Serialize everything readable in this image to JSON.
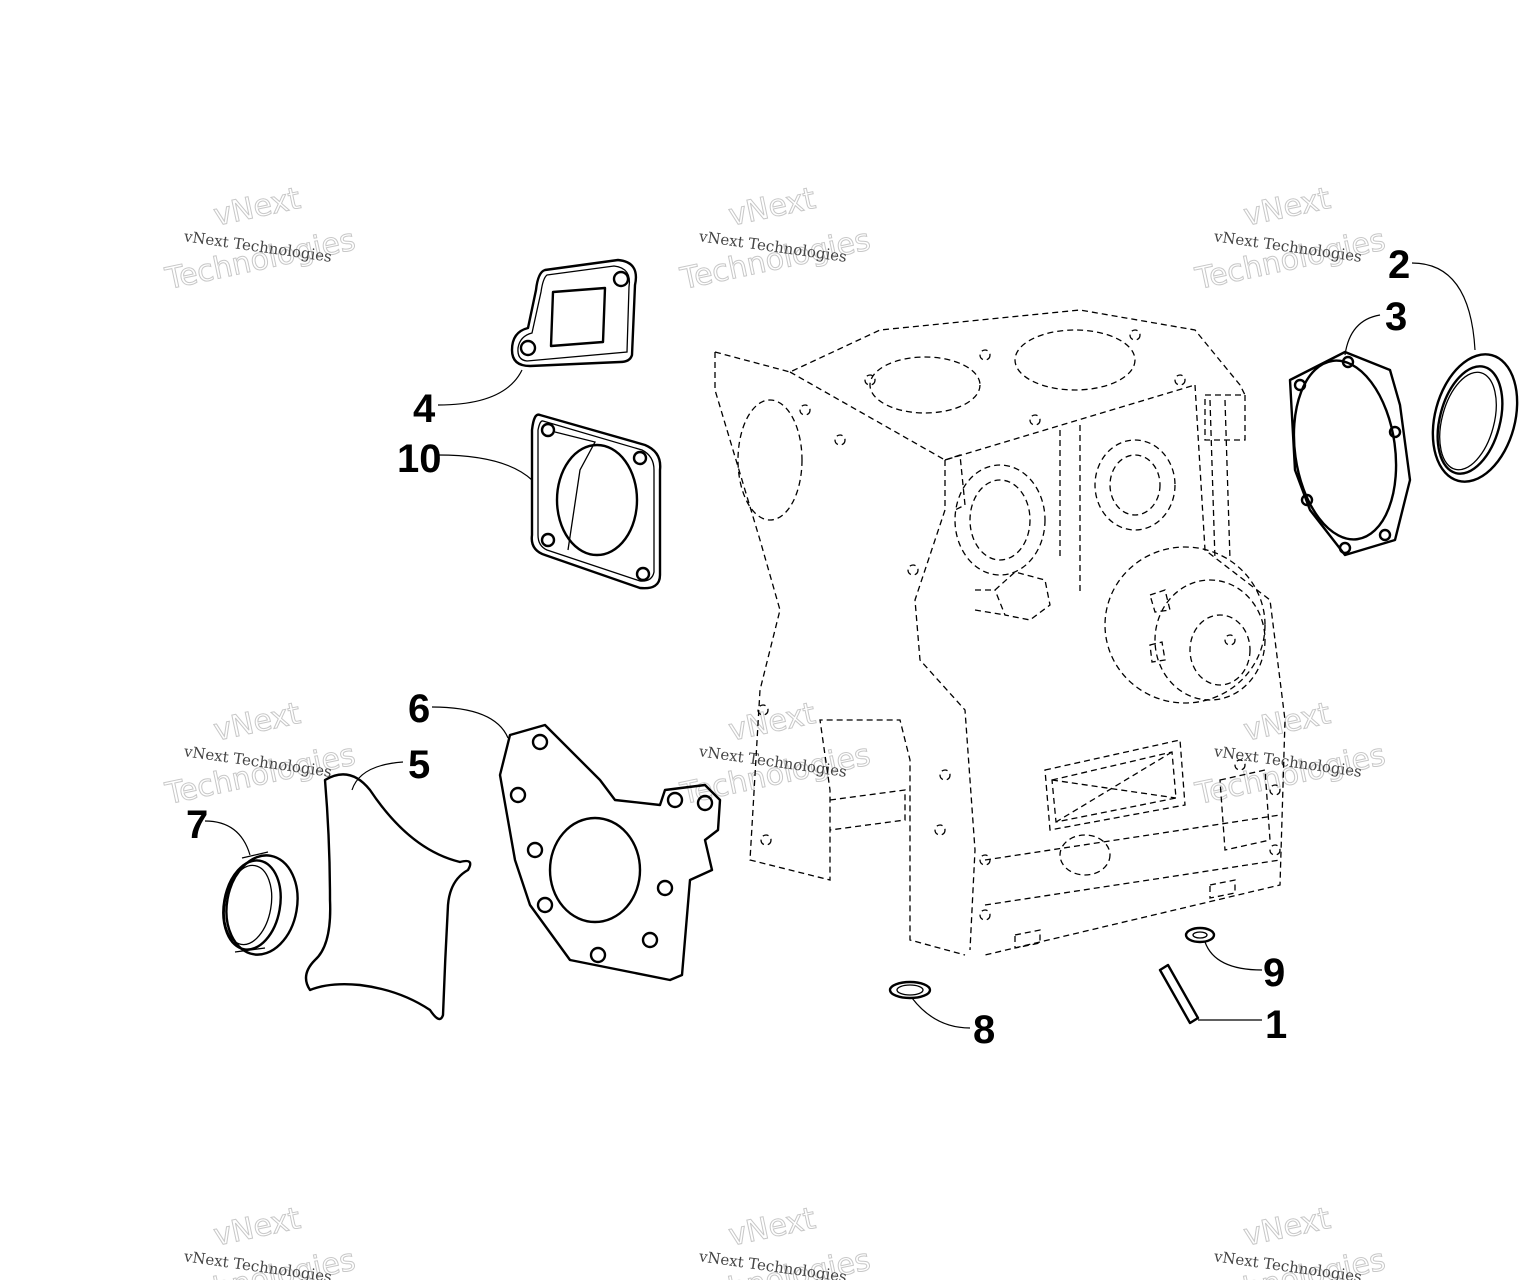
{
  "callouts": [
    {
      "id": "1",
      "label": "1"
    },
    {
      "id": "2",
      "label": "2"
    },
    {
      "id": "3",
      "label": "3"
    },
    {
      "id": "4",
      "label": "4"
    },
    {
      "id": "5",
      "label": "5"
    },
    {
      "id": "6",
      "label": "6"
    },
    {
      "id": "7",
      "label": "7"
    },
    {
      "id": "8",
      "label": "8"
    },
    {
      "id": "9",
      "label": "9"
    },
    {
      "id": "10",
      "label": "10"
    }
  ],
  "watermark": {
    "line_small": "vNext Technologies",
    "line_large_top": "vNext",
    "line_large_bottom": "Technologies"
  }
}
